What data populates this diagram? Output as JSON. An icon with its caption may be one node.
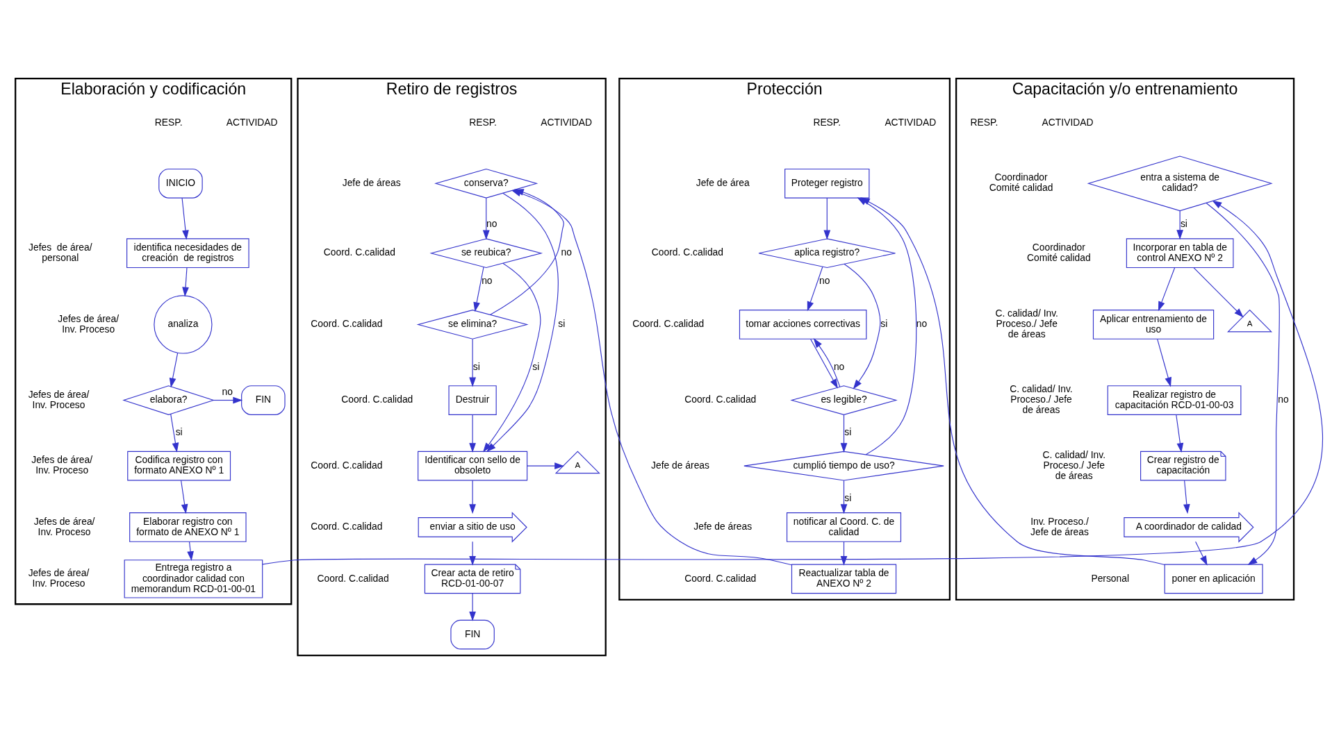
{
  "diagram": {
    "nodes": [
      {
        "text": [
          "Elaboración y codificación"
        ]
      },
      {
        "text": [
          "INICIO"
        ],
        "in": 0
      },
      {
        "text": [
          "identifica necesidades de creación  de registros"
        ],
        "in": 0,
        "beside": [
          "Jefes  de área/ personal"
        ]
      },
      {
        "text": [
          "analiza"
        ],
        "in": 0,
        "beside": [
          "Jefes de área/ Inv. Proceso"
        ]
      },
      {
        "text": [
          "elabora?"
        ],
        "in": 0,
        "beside": [
          "Jefes de área/ Inv. Proceso"
        ]
      },
      {
        "text": [
          "FIN"
        ],
        "in": 0
      },
      {
        "text": [
          "Codifica registro con formato ANEXO Nº 1"
        ],
        "in": 0,
        "beside": [
          "Jefes de área/ Inv. Proceso"
        ]
      },
      {
        "text": [
          "Elaborar registro con formato de ANEXO Nº 1"
        ],
        "in": 0,
        "beside": [
          "Jefes de área/ Inv. Proceso"
        ]
      },
      {
        "text": [
          "Entrega registro a coordinador calidad con memorandum RCD-01-00-01"
        ],
        "in": 0,
        "beside": [
          "Jefes de área/ Inv. Proceso"
        ]
      },
      {
        "text": [
          "Capacitación y/o entrenamiento"
        ]
      },
      {
        "text": [
          "entra a sistema de calidad?"
        ],
        "in": 9,
        "beside": [
          "Coordinador Comité calidad"
        ]
      },
      {
        "text": [
          "Incorporar en tabla de control ANEXO Nº 2"
        ],
        "in": 9,
        "beside": [
          "Coordinador Comité calidad"
        ]
      },
      {
        "text": [
          "A"
        ],
        "in": 9
      },
      {
        "text": [
          "Aplicar entrenamiento de uso"
        ],
        "in": 9,
        "beside": [
          "C. calidad/ Inv. Proceso./ Jefe de áreas"
        ]
      },
      {
        "text": [
          "Realizar registro de capacitación RCD-01-00-03"
        ],
        "in": 9,
        "beside": [
          "C. calidad/ Inv. Proceso./ Jefe de áreas"
        ]
      },
      {
        "text": [
          "Crear registro de capacitación"
        ],
        "in": 9,
        "beside": [
          "C. calidad/ Inv. Proceso./ Jefe de áreas"
        ]
      },
      {
        "text": [
          "A coordinador de calidad"
        ],
        "in": 9,
        "beside": [
          "Inv. Proceso./ Jefe de áreas"
        ]
      },
      {
        "text": [
          "poner en aplicación"
        ],
        "in": 9,
        "beside": [
          "Personal"
        ]
      },
      {
        "text": [
          "Protección"
        ]
      },
      {
        "text": [
          "Proteger registro"
        ],
        "in": 18,
        "beside": [
          "Jefe de área"
        ]
      },
      {
        "text": [
          "aplica registro?"
        ],
        "in": 18,
        "beside": [
          "Coord. C.calidad"
        ]
      },
      {
        "text": [
          "tomar acciones correctivas"
        ],
        "in": 18,
        "beside": [
          "Coord. C.calidad"
        ]
      },
      {
        "text": [
          "es legible?"
        ],
        "in": 18,
        "beside": [
          "Coord. C.calidad"
        ]
      },
      {
        "text": [
          "cumplió tiempo de uso?"
        ],
        "in": 18,
        "beside": [
          "Jefe de áreas"
        ]
      },
      {
        "text": [
          "notificar al Coord. C. de calidad"
        ],
        "in": 18,
        "beside": [
          "Jefe de áreas"
        ]
      },
      {
        "text": [
          "Reactualizar tabla de ANEXO Nº 2"
        ],
        "in": 18,
        "beside": [
          "Coord. C.calidad"
        ]
      },
      {
        "text": [
          "Retiro de registros"
        ]
      },
      {
        "text": [
          "conserva?"
        ],
        "in": 26,
        "beside": [
          "Jefe de áreas"
        ]
      },
      {
        "text": [
          "se reubica?"
        ],
        "in": 26,
        "beside": [
          "Coord. C.calidad"
        ]
      },
      {
        "text": [
          "se elimina?"
        ],
        "in": 26,
        "beside": [
          "Coord. C.calidad"
        ]
      },
      {
        "text": [
          "Destruir"
        ],
        "in": 26,
        "beside": [
          "Coord. C.calidad"
        ]
      },
      {
        "text": [
          "Identificar con sello de obsoleto"
        ],
        "in": 26,
        "beside": [
          "Coord. C.calidad"
        ]
      },
      {
        "text": [
          "A"
        ],
        "in": 26
      },
      {
        "text": [
          "enviar a sitio de uso"
        ],
        "in": 26,
        "beside": [
          "Coord. C.calidad"
        ]
      },
      {
        "text": [
          "Crear acta de retiro RCD-01-00-07"
        ],
        "in": 26,
        "beside": [
          "Coord. C.calidad"
        ]
      },
      {
        "text": [
          "FIN"
        ],
        "in": 26
      }
    ],
    "edges": [
      {
        "from": 1,
        "to": 2,
        "arrow": "to"
      },
      {
        "from": 2,
        "to": 3,
        "arrow": "to"
      },
      {
        "from": 3,
        "to": 4,
        "arrow": "to"
      },
      {
        "from": 4,
        "to": 5,
        "arrow": "to",
        "label": "no"
      },
      {
        "from": 4,
        "to": 6,
        "arrow": "to",
        "label": "si"
      },
      {
        "from": 6,
        "to": 7,
        "arrow": "to"
      },
      {
        "from": 7,
        "to": 8,
        "arrow": "to"
      },
      {
        "from": 8,
        "to": 10,
        "arrow": "to"
      },
      {
        "from": 10,
        "to": 11,
        "arrow": "to",
        "label": "si"
      },
      {
        "from": 10,
        "to": 17,
        "arrow": "to",
        "label": "no"
      },
      {
        "from": 11,
        "to": 12,
        "arrow": "to"
      },
      {
        "from": 11,
        "to": 13,
        "arrow": "to"
      },
      {
        "from": 13,
        "to": 14,
        "arrow": "to"
      },
      {
        "from": 14,
        "to": 15,
        "arrow": "to"
      },
      {
        "from": 15,
        "to": 16,
        "arrow": "to"
      },
      {
        "from": 16,
        "to": 17,
        "arrow": "to"
      },
      {
        "from": 17,
        "to": 19,
        "arrow": "to"
      },
      {
        "from": 19,
        "to": 20,
        "arrow": "to"
      },
      {
        "from": 20,
        "to": 21,
        "arrow": "to",
        "label": "no"
      },
      {
        "from": 20,
        "to": 22,
        "arrow": "to",
        "label": "si"
      },
      {
        "from": 21,
        "to": 22,
        "arrow": "to"
      },
      {
        "from": 22,
        "to": 21,
        "arrow": "to",
        "label": "no"
      },
      {
        "from": 22,
        "to": 23,
        "arrow": "to",
        "label": "si"
      },
      {
        "from": 23,
        "to": 19,
        "arrow": "to",
        "label": "no"
      },
      {
        "from": 23,
        "to": 24,
        "arrow": "to",
        "label": "si"
      },
      {
        "from": 24,
        "to": 25,
        "arrow": "to"
      },
      {
        "from": 25,
        "to": 27,
        "arrow": "to"
      },
      {
        "from": 27,
        "to": 31,
        "arrow": "to",
        "label": "si"
      },
      {
        "from": 27,
        "to": 28,
        "arrow": "to",
        "label": "no"
      },
      {
        "from": 28,
        "to": 31,
        "arrow": "to",
        "label": "si"
      },
      {
        "from": 28,
        "to": 29,
        "arrow": "to",
        "label": "no"
      },
      {
        "from": 29,
        "to": 30,
        "arrow": "to",
        "label": "si"
      },
      {
        "from": 29,
        "to": 27,
        "arrow": "to",
        "label": "no"
      },
      {
        "from": 30,
        "to": 31,
        "arrow": "to"
      },
      {
        "from": 31,
        "to": 32,
        "arrow": "to"
      },
      {
        "from": 31,
        "to": 33,
        "arrow": "to"
      },
      {
        "from": 33,
        "to": 34,
        "arrow": "to"
      },
      {
        "from": 34,
        "to": 35,
        "arrow": "to"
      }
    ],
    "labels": [
      "RESP.",
      "ACTIVIDAD",
      "RESP.",
      "ACTIVIDAD",
      "RESP.",
      "ACTIVIDAD",
      "RESP.",
      "ACTIVIDAD"
    ]
  }
}
